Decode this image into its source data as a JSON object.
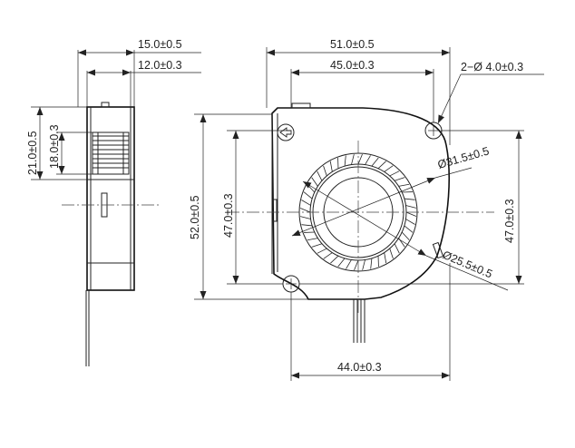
{
  "side_view": {
    "dims": {
      "total_thickness": "15.0±0.5",
      "inner_thickness": "12.0±0.3",
      "outer_height": "21.0±0.5",
      "inner_height": "18.0±0.3"
    }
  },
  "front_view": {
    "dims": {
      "overall_width": "51.0±0.5",
      "hole_spacing_width": "45.0±0.3",
      "mounting_holes": "2−Ø 4.0±0.3",
      "outer_diameter": "Ø31.5±0.5",
      "inner_diameter": "Ø25.5±0.5",
      "overall_height": "52.0±0.5",
      "hole_spacing_height_left": "47.0±0.3",
      "hole_spacing_height_right": "47.0±0.3",
      "bottom_width": "44.0±0.3"
    }
  },
  "colors": {
    "line": "#222222",
    "background": "#ffffff"
  }
}
